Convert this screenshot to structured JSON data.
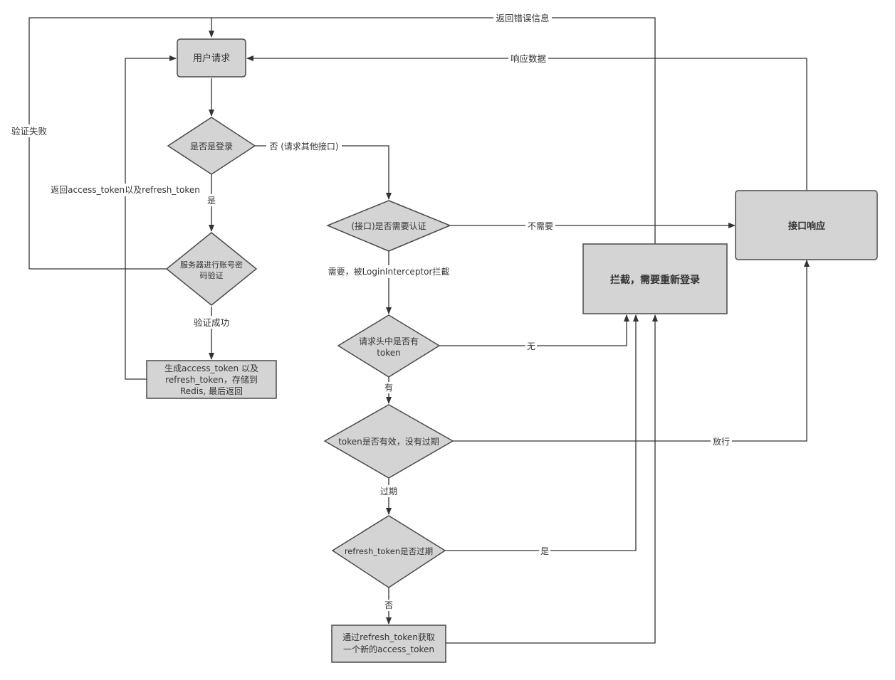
{
  "nodes": {
    "user_request": "用户请求",
    "is_login": "是否是登录",
    "server_verify": [
      "服务器进行账号密",
      "码验证"
    ],
    "generate_token": [
      "生成access_token 以及",
      "refresh_token，存储到",
      "Redis, 最后返回"
    ],
    "need_auth": "(接口)是否需要认证",
    "header_token": [
      "请求头中是否有",
      "token"
    ],
    "token_valid": "token是否有效，没有过期",
    "refresh_expired": "refresh_token是否过期",
    "refresh_get": [
      "通过refresh_token获取",
      "一个新的access_token"
    ],
    "intercept": "拦截，需要重新登录",
    "api_response": "接口响应"
  },
  "edges": {
    "return_error": "返回错误信息",
    "response_data": "响应数据",
    "verify_fail": "验证失败",
    "no_other_api": "否 (请求其他接口)",
    "return_tokens": "返回access_token以及refresh_token",
    "yes_login": "是",
    "no_need": "不需要",
    "need_intercepted": "需要，被LoginInterceptor拦截",
    "verify_success": "验证成功",
    "none": "无",
    "has": "有",
    "pass": "放行",
    "expired": "过期",
    "yes_expired": "是",
    "no": "否"
  }
}
